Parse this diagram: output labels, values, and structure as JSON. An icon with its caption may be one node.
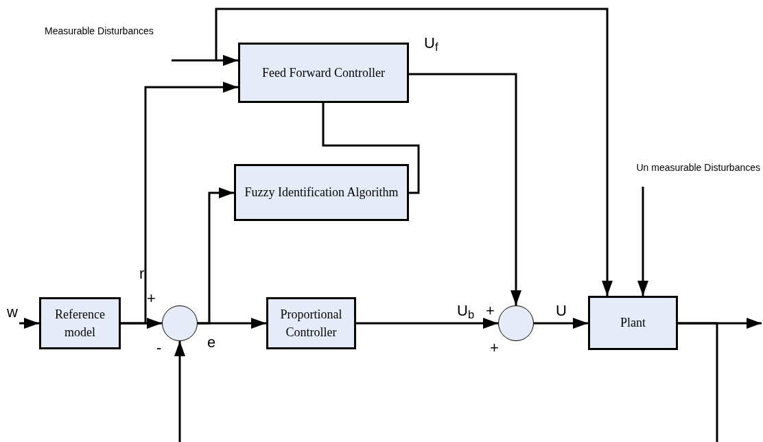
{
  "diagram": {
    "nodes": [
      {
        "text": [
          "Feed Forward Controller"
        ]
      },
      {
        "text": [
          "Fuzzy Identification Algorithm"
        ]
      },
      {
        "text": [
          "Reference model"
        ]
      },
      {
        "text": [],
        "shape": "circle"
      },
      {
        "text": [
          "Proportional Controller"
        ]
      },
      {
        "text": [],
        "shape": "circle"
      },
      {
        "text": [
          "Plant"
        ]
      }
    ],
    "edges": [
      {
        "from": null,
        "to": 0,
        "arrow": "to"
      },
      {
        "from": null,
        "to": 6,
        "arrow": "to"
      },
      {
        "from": 2,
        "to": 3,
        "arrow": "to"
      },
      {
        "from": 2,
        "to": 0,
        "arrow": "to"
      },
      {
        "from": 3,
        "to": 4,
        "arrow": "to"
      },
      {
        "from": 3,
        "to": 1,
        "arrow": "to"
      },
      {
        "from": 0,
        "to": 1,
        "arrow": "none"
      },
      {
        "from": 0,
        "to": 5,
        "arrow": "to"
      },
      {
        "from": 4,
        "to": 5,
        "arrow": "to"
      },
      {
        "from": 5,
        "to": 6,
        "arrow": "to"
      },
      {
        "from": null,
        "to": 6,
        "arrow": "to"
      },
      {
        "from": 6,
        "to": null,
        "arrow": "to"
      },
      {
        "from": 6,
        "to": null,
        "arrow": "none"
      },
      {
        "from": null,
        "to": 3,
        "arrow": "to"
      },
      {
        "from": null,
        "to": 2,
        "arrow": "to"
      }
    ],
    "labels": [
      "Measurable Disturbances",
      "U$_{f}$",
      "Un measurable Disturbances",
      "r",
      "w",
      "+",
      "-",
      "e",
      "U$_{b}$",
      "+",
      "U",
      "+"
    ]
  }
}
